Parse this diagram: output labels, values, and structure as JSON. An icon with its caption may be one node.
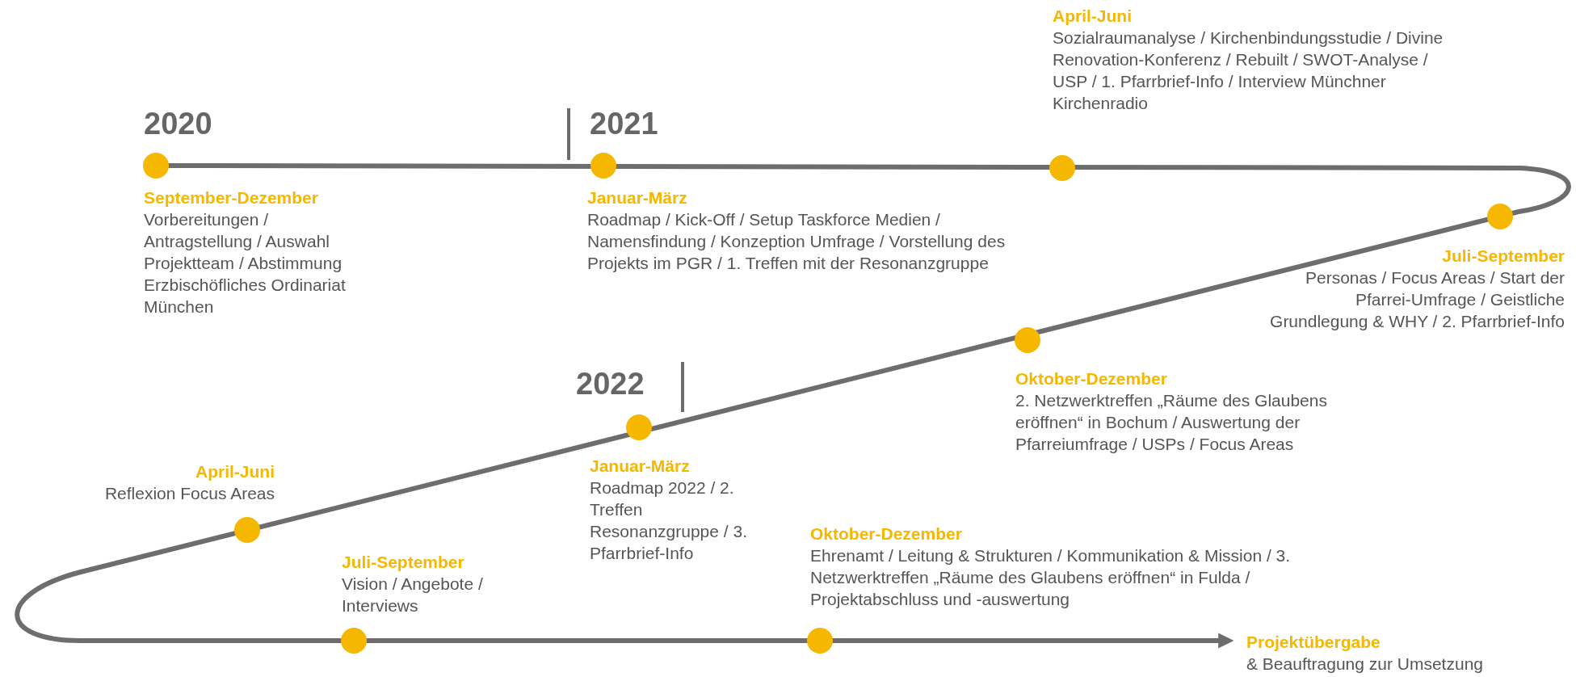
{
  "diagram": {
    "nodes": [
      {
        "text": [
          "September-Dezember",
          "Vorbereitungen / Antragstellung / Auswahl Projektteam / Abstimmung Erzbischöfliches Ordinariat München"
        ]
      },
      {
        "text": [
          "Januar-März",
          "Roadmap / Kick-Off /  Setup Taskforce Medien / Namensfindung / Konzeption Umfrage / Vorstellung des Projekts im PGR / 1. Treffen mit der Resonanzgruppe"
        ]
      },
      {
        "text": [
          "April-Juni",
          "Sozialraumanalyse / Kirchenbindungsstudie / Divine Renovation-Konferenz / Rebuilt / SWOT-Analyse / USP / 1. Pfarrbrief-Info / Interview Münchner Kirchenradio"
        ]
      },
      {
        "text": [
          "Juli-September",
          "Personas / Focus Areas / Start der Pfarrei-Umfrage / Geistliche Grundlegung & WHY / 2. Pfarrbrief-Info"
        ]
      },
      {
        "text": [
          "Oktober-Dezember",
          "2. Netzwerktreffen „Räume des Glaubens eröffnen“ in Bochum / Auswertung der Pfarreiumfrage / USPs / Focus Areas"
        ]
      },
      {
        "text": [
          "Januar-März",
          "Roadmap 2022 / 2. Treffen Resonanzgruppe / 3. Pfarrbrief-Info"
        ]
      },
      {
        "text": [
          "April-Juni",
          "Reflexion Focus Areas"
        ]
      },
      {
        "text": [
          "Juli-September",
          "Vision / Angebote / Interviews"
        ]
      },
      {
        "text": [
          "Oktober-Dezember",
          "Ehrenamt / Leitung & Strukturen / Kommunikation & Mission / 3. Netzwerktreffen „Räume des Glaubens eröffnen“ in Fulda / Projektabschluss und -auswertung"
        ]
      },
      {
        "text": [
          "Projektübergabe",
          "& Beauftragung zur Umsetzung"
        ]
      }
    ],
    "edges": [
      {
        "from": 0,
        "to": 9,
        "arrow": "to"
      }
    ],
    "labels": [
      "2020",
      "2021",
      "2022"
    ]
  }
}
